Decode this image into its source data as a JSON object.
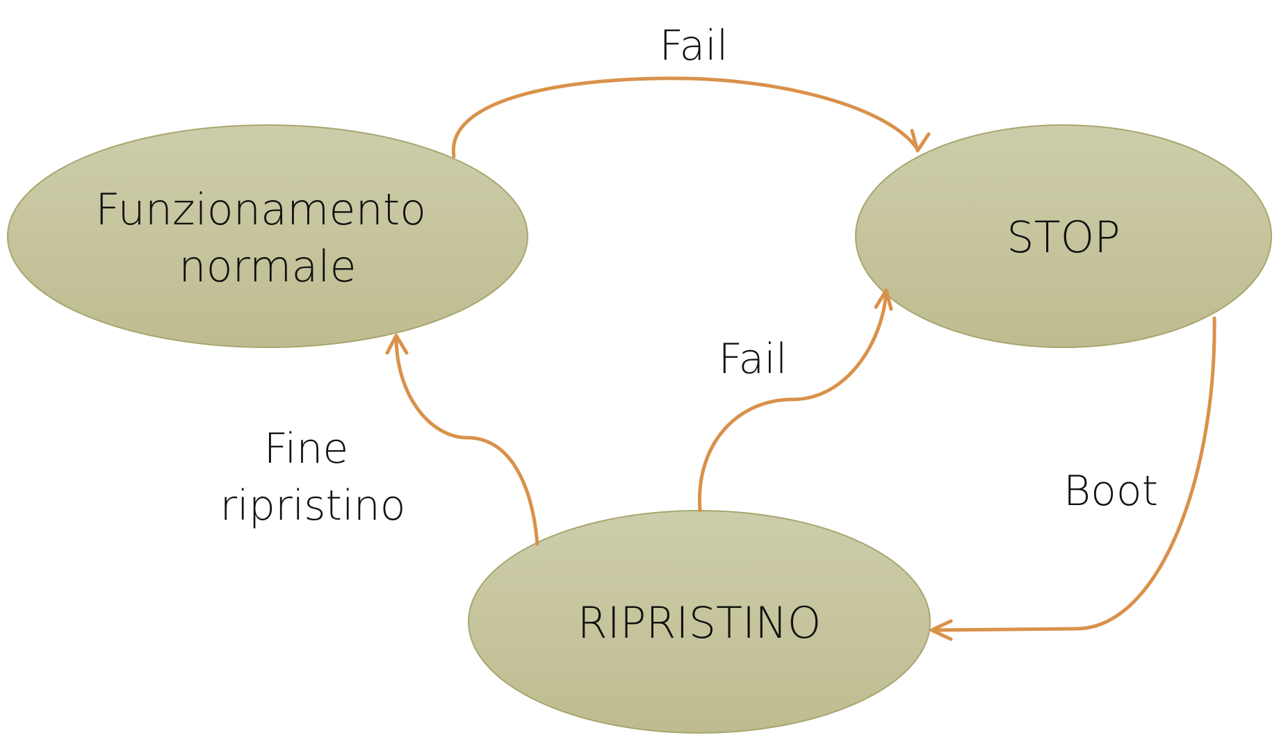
{
  "colors": {
    "state_fill_top": "#CDCDAB",
    "state_fill_bottom": "#BEBC8F",
    "state_stroke": "#A6A66E",
    "edge": "#D9914A",
    "text": "#111111"
  },
  "states": {
    "normale": {
      "lines": [
        "Funzionamento",
        "normale"
      ]
    },
    "stop": {
      "lines": [
        "STOP"
      ]
    },
    "ripristino": {
      "lines": [
        "RIPRISTINO"
      ]
    }
  },
  "transitions": {
    "normale_to_stop": {
      "from": "Funzionamento normale",
      "to": "STOP",
      "label": [
        "Fail"
      ]
    },
    "ripristino_to_stop": {
      "from": "RIPRISTINO",
      "to": "STOP",
      "label": [
        "Fail"
      ]
    },
    "ripristino_to_normale": {
      "from": "RIPRISTINO",
      "to": "Funzionamento normale",
      "label": [
        "Fine",
        "ripristino"
      ]
    },
    "stop_to_ripristino": {
      "from": "STOP",
      "to": "RIPRISTINO",
      "label": [
        "Boot"
      ]
    }
  }
}
